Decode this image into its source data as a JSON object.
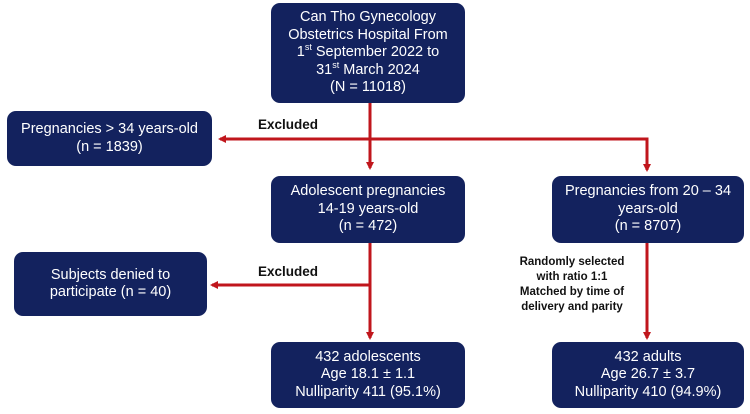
{
  "boxes": {
    "source": {
      "line1": "Can Tho Gynecology",
      "line2": "Obstetrics Hospital From",
      "line3_pre": "1",
      "line3_sup": "st",
      "line3_post": " September 2022 to",
      "line4_pre": "31",
      "line4_sup": "st",
      "line4_post": " March 2024",
      "line5": "(N = 11018)"
    },
    "excluded_age": {
      "line1": "Pregnancies > 34 years-old",
      "line2": "(n = 1839)"
    },
    "adolescent": {
      "line1": "Adolescent pregnancies",
      "line2": "14-19 years-old",
      "line3": "(n = 472)"
    },
    "adult_pool": {
      "line1": "Pregnancies from 20 – 34",
      "line2": "years-old",
      "line3": "(n = 8707)"
    },
    "denied": {
      "line1": "Subjects denied to",
      "line2": "participate (n = 40)"
    },
    "adolescent_final": {
      "line1": "432 adolescents",
      "line2": "Age 18.1 ± 1.1",
      "line3": "Nulliparity 411 (95.1%)"
    },
    "adult_final": {
      "line1": "432 adults",
      "line2": "Age 26.7 ± 3.7",
      "line3": "Nulliparity 410 (94.9%)"
    }
  },
  "labels": {
    "excluded_top": "Excluded",
    "excluded_bottom": "Excluded",
    "matching_line1": "Randomly selected",
    "matching_line2": "with ratio 1:1",
    "matching_line3": "Matched by time of",
    "matching_line4": "delivery and parity"
  },
  "colors": {
    "box_fill": "#13225e",
    "arrow": "#c0161c",
    "text_on_box": "#ffffff"
  }
}
